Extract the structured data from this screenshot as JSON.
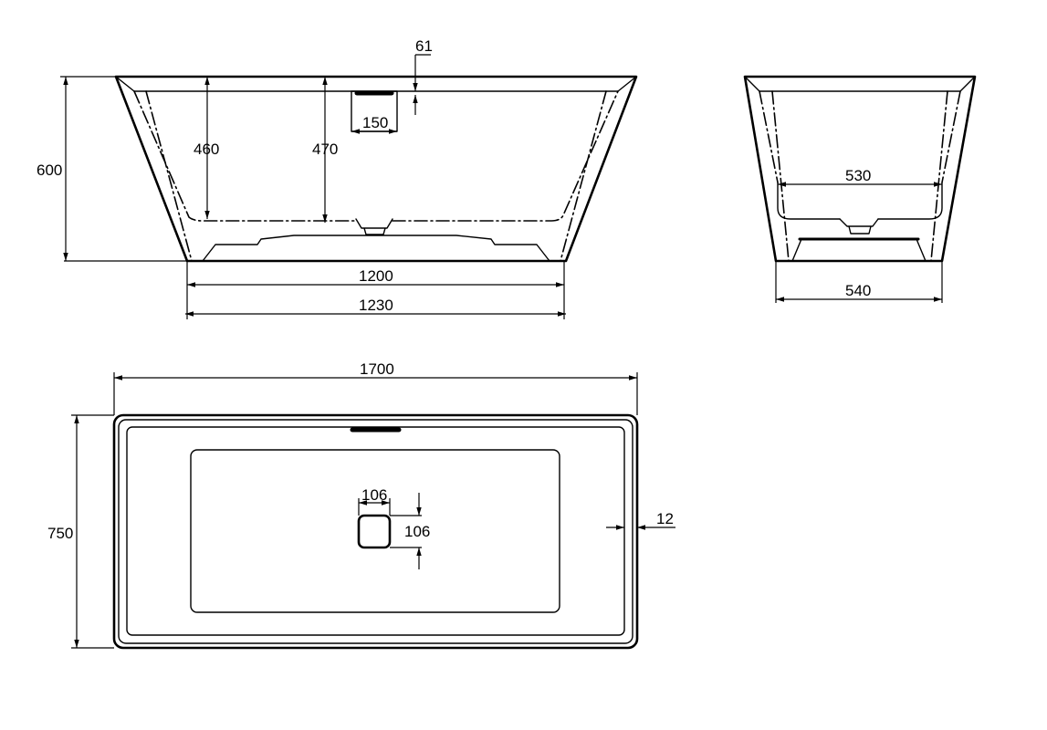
{
  "dimensions": {
    "side_total_height": "600",
    "side_inner_depth_left": "460",
    "side_inner_depth_center": "470",
    "overflow_offset": "61",
    "overflow_width": "150",
    "side_base_inner": "1200",
    "side_base_outer": "1230",
    "end_inner_width": "530",
    "end_base_width": "540",
    "top_length": "1700",
    "top_width": "750",
    "drain_width": "106",
    "drain_height": "106",
    "rim_thickness": "12"
  },
  "colors": {
    "line": "#000000",
    "background": "#ffffff"
  }
}
